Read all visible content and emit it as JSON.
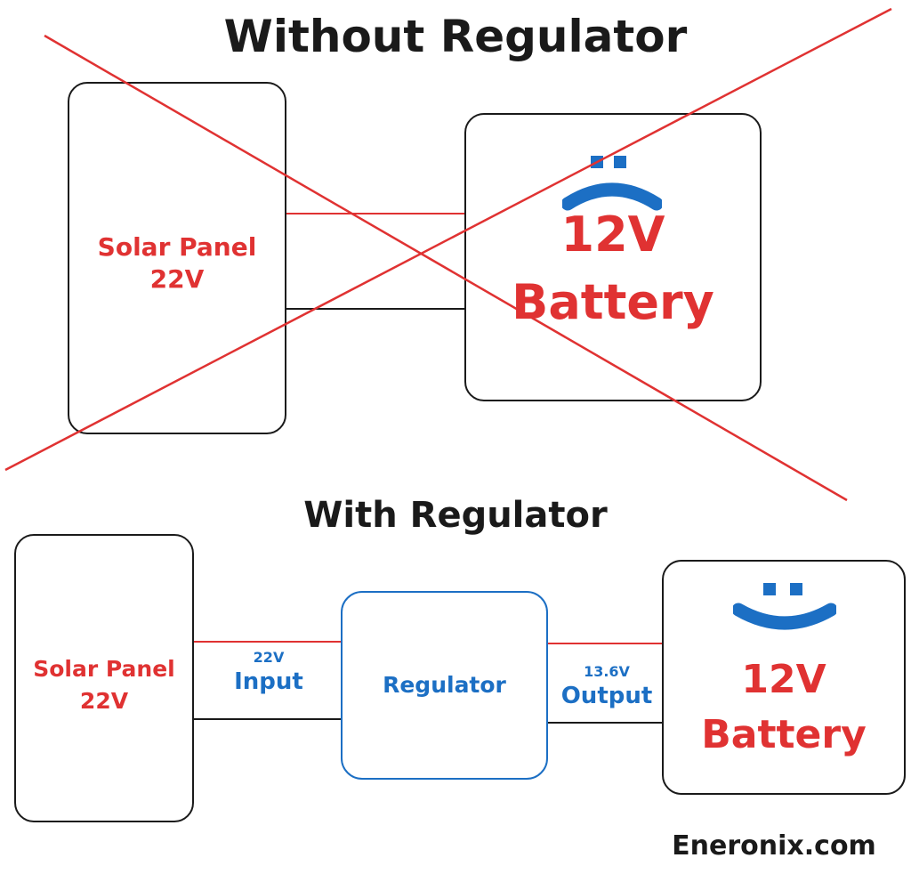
{
  "colors": {
    "red": "#e03232",
    "blue": "#1c6fc4",
    "dark": "#1a1a1a"
  },
  "without": {
    "title": "Without Regulator",
    "solar_panel": {
      "name": "Solar Panel",
      "voltage": "22V"
    },
    "battery": {
      "voltage": "12V",
      "name": "Battery",
      "face_icon": "sad-face-icon"
    },
    "cross_icon": "red-x-cross-icon"
  },
  "with": {
    "title": "With Regulator",
    "solar_panel": {
      "name": "Solar Panel",
      "voltage": "22V"
    },
    "input": {
      "voltage": "22V",
      "label": "Input"
    },
    "regulator": {
      "label": "Regulator"
    },
    "output": {
      "voltage": "13.6V",
      "label": "Output"
    },
    "battery": {
      "voltage": "12V",
      "name": "Battery",
      "face_icon": "happy-face-icon"
    }
  },
  "footer": {
    "site": "Eneronix.com"
  }
}
